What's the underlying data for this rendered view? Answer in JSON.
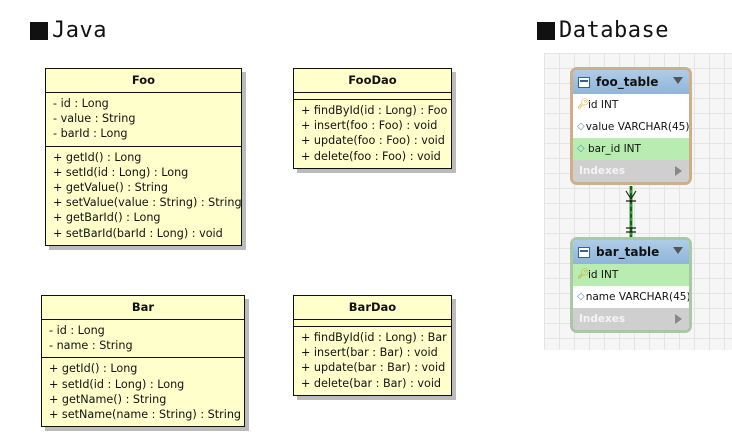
{
  "sections": {
    "java": "Java",
    "database": "Database"
  },
  "classes": {
    "foo": {
      "name": "Foo",
      "attributes": [
        "- id : Long",
        "- value : String",
        "- barId : Long"
      ],
      "methods": [
        "+ getId() : Long",
        "+ setId(id : Long) : Long",
        "+ getValue() : String",
        "+ setValue(value : String) : String",
        "+ getBarId() : Long",
        "+ setBarId(barId : Long) : void"
      ]
    },
    "foodao": {
      "name": "FooDao",
      "attributes": [],
      "methods": [
        "+ findById(id : Long) : Foo",
        "+ insert(foo : Foo) : void",
        "+ update(foo : Foo) : void",
        "+ delete(foo : Foo) : void"
      ]
    },
    "bar": {
      "name": "Bar",
      "attributes": [
        "- id : Long",
        "- name : String"
      ],
      "methods": [
        "+ getId() : Long",
        "+ setId(id : Long) : Long",
        "+ getName() : String",
        "+ setName(name : String) : String"
      ]
    },
    "bardao": {
      "name": "BarDao",
      "attributes": [],
      "methods": [
        "+ findById(id : Long) : Bar",
        "+ insert(bar : Bar) : void",
        "+ update(bar : Bar) : void",
        "+ delete(bar : Bar) : void"
      ]
    }
  },
  "tables": {
    "foo_table": {
      "name": "foo_table",
      "columns": [
        {
          "icon": "key",
          "label": "id INT"
        },
        {
          "icon": "diamond",
          "label": "value VARCHAR(45)"
        },
        {
          "icon": "diamond",
          "label": "bar_id INT"
        }
      ],
      "footer": "Indexes"
    },
    "bar_table": {
      "name": "bar_table",
      "columns": [
        {
          "icon": "key",
          "label": "id INT"
        },
        {
          "icon": "diamond",
          "label": "name VARCHAR(45)"
        }
      ],
      "footer": "Indexes"
    }
  },
  "colors": {
    "uml_fill": "#ffffcc",
    "table_header": "#aecde8",
    "highlight_row": "#b8ecb0",
    "relationship": "#2e9d2e"
  }
}
